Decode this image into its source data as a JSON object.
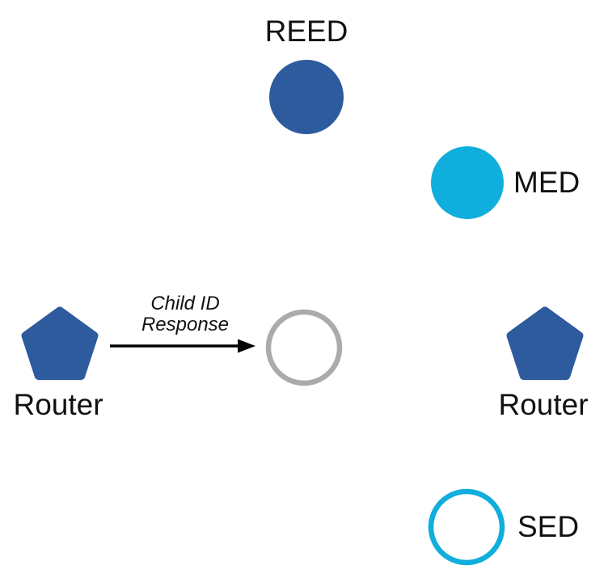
{
  "diagram": {
    "colors": {
      "router_blue": "#2e5a9e",
      "end_device_cyan": "#0faedc",
      "placeholder_gray": "#ababab",
      "arrow_black": "#000000",
      "label_black": "#111111",
      "background": "#ffffff"
    },
    "nodes": {
      "reed": {
        "label": "REED",
        "shape": "filled-circle"
      },
      "med": {
        "label": "MED",
        "shape": "filled-circle"
      },
      "router_left": {
        "label": "Router",
        "shape": "pentagon"
      },
      "joining_device": {
        "shape": "outlined-circle"
      },
      "router_right": {
        "label": "Router",
        "shape": "pentagon"
      },
      "sed": {
        "label": "SED",
        "shape": "outlined-circle"
      }
    },
    "message": {
      "line1": "Child ID",
      "line2": "Response"
    }
  }
}
